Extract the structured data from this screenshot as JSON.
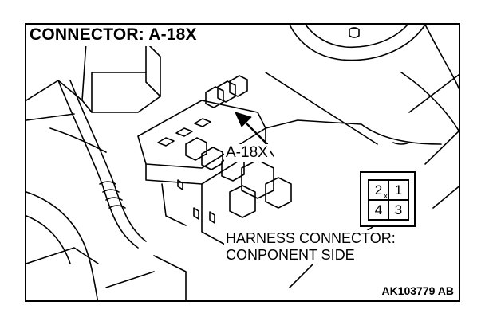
{
  "diagram": {
    "title": "CONNECTOR: A-18X",
    "callout_label": "A-18X",
    "connector_pins": {
      "top_left": "2",
      "top_right": "1",
      "bottom_left": "4",
      "bottom_right": "3",
      "center_mark": "x"
    },
    "note_line_1": "HARNESS CONNECTOR:",
    "note_line_2": "CONPONENT SIDE",
    "figure_code": "AK103779 AB"
  },
  "colors": {
    "ink": "#000000",
    "paper": "#ffffff"
  }
}
